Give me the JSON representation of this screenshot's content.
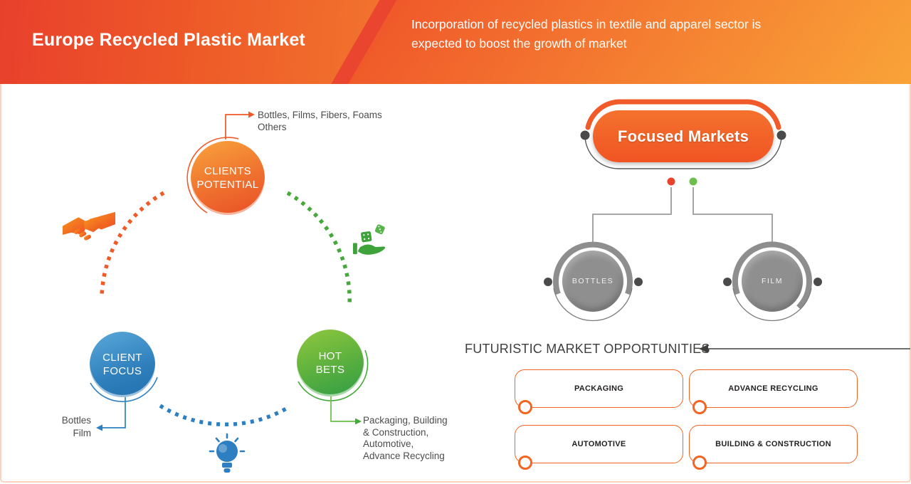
{
  "header": {
    "title": "Europe Recycled Plastic Market",
    "subtitle": "Incorporation of recycled plastics in textile and apparel sector is\nexpected to boost the growth of market"
  },
  "cycle": {
    "clients_potential": {
      "label": "CLIENTS\nPOTENTIAL",
      "callout": "Bottles, Films, Fibers, Foams\nOthers"
    },
    "client_focus": {
      "label": "CLIENT\nFOCUS",
      "callout": "Bottles\nFilm"
    },
    "hot_bets": {
      "label": "HOT\nBETS",
      "callout": "Packaging, Building\n& Construction,\nAutomotive,\nAdvance Recycling"
    },
    "icons": {
      "upper_left": "handshake-icon",
      "upper_right": "dice-in-hand-icon",
      "bottom": "lightbulb-icon"
    }
  },
  "focused_markets": {
    "title": "Focused Markets",
    "children": [
      {
        "label": "BOTTLES"
      },
      {
        "label": "FILM"
      }
    ]
  },
  "opportunities": {
    "heading": "FUTURISTIC MARKET OPPORTUNITIES",
    "items": [
      {
        "label": "PACKAGING"
      },
      {
        "label": "ADVANCE RECYCLING"
      },
      {
        "label": "AUTOMOTIVE"
      },
      {
        "label": "BUILDING & CONSTRUCTION"
      }
    ]
  },
  "colors": {
    "accent_orange": "#f15a29",
    "accent_red": "#e8432d",
    "accent_blue": "#2e7fc1",
    "accent_green": "#45a939",
    "node_gray": "#8f8f8f",
    "dot_dark": "#4a4a4a"
  }
}
